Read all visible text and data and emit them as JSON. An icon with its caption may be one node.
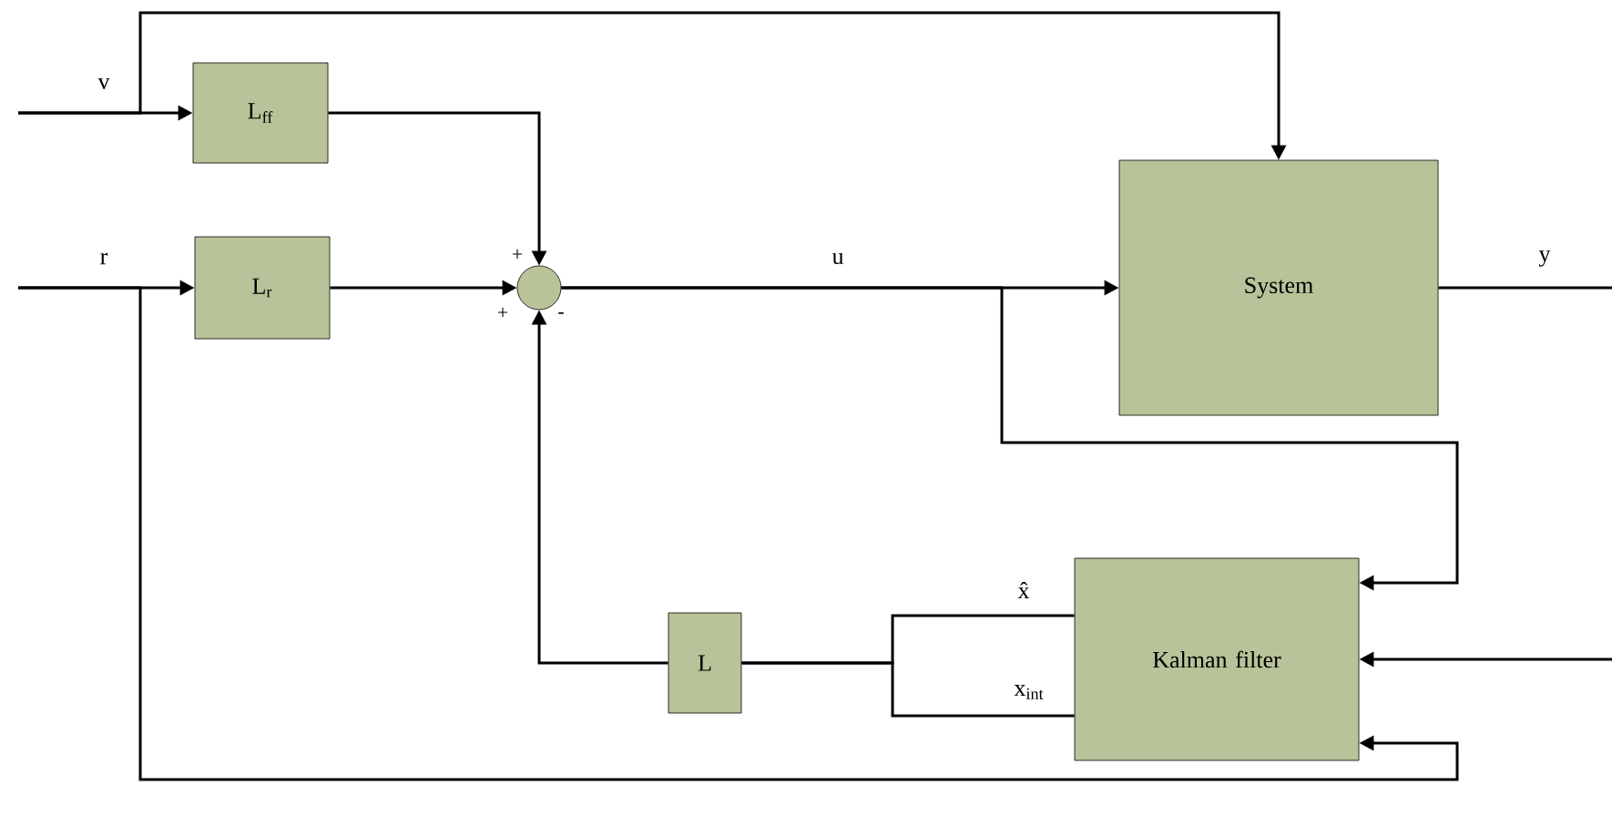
{
  "diagram": {
    "nodes": [
      {
        "text": [
          "L$_{ff}$"
        ]
      },
      {
        "text": [
          "L$_{r}$"
        ]
      },
      {
        "text": [],
        "shape": "circle"
      },
      {
        "text": [
          "System"
        ]
      },
      {
        "text": [
          "L"
        ]
      },
      {
        "text": [
          "Kalman filter"
        ]
      }
    ],
    "edges": [
      {
        "from": null,
        "to": 0,
        "arrow": "to",
        "label": "v"
      },
      {
        "from": null,
        "to": 3,
        "arrow": "to"
      },
      {
        "from": 0,
        "to": 2,
        "arrow": "to"
      },
      {
        "from": null,
        "to": 1,
        "arrow": "to",
        "label": "r"
      },
      {
        "from": 1,
        "to": 2,
        "arrow": "to"
      },
      {
        "from": null,
        "to": 5,
        "arrow": "to"
      },
      {
        "from": 2,
        "to": 3,
        "arrow": "to",
        "label": "u"
      },
      {
        "from": 2,
        "to": 5,
        "arrow": "to"
      },
      {
        "from": 3,
        "to": null,
        "arrow": "none",
        "label": "y"
      },
      {
        "from": null,
        "to": 5,
        "arrow": "to"
      },
      {
        "from": 5,
        "to": 4,
        "arrow": "none",
        "label": "x̂"
      },
      {
        "from": 5,
        "to": 4,
        "arrow": "none",
        "label": "x$_{int}$"
      },
      {
        "from": 4,
        "to": 2,
        "arrow": "to"
      }
    ],
    "labels": [
      "+",
      "+",
      "-"
    ]
  }
}
